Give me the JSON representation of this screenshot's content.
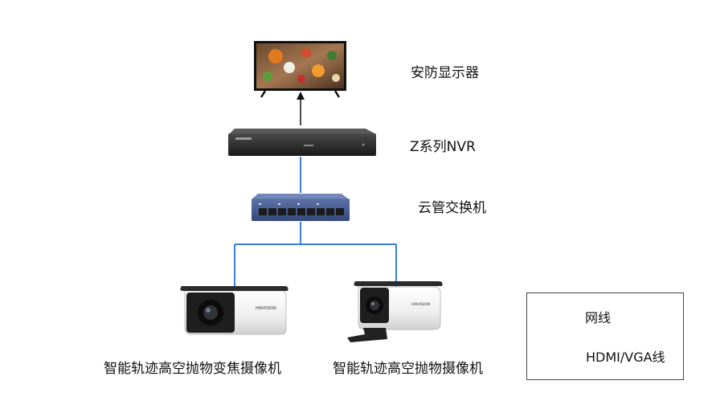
{
  "devices": {
    "monitor": {
      "label": "安防显示器"
    },
    "nvr": {
      "label": "Z系列NVR"
    },
    "switch": {
      "label": "云管交换机"
    },
    "camera_zoom": {
      "label": "智能轨迹高空抛物变焦摄像机",
      "brand": "HIKVISION"
    },
    "camera_fixed": {
      "label": "智能轨迹高空抛物摄像机",
      "brand": "HIKVISION"
    }
  },
  "legend": {
    "network": {
      "label": "网线",
      "color": "#3b7fdc"
    },
    "video": {
      "label": "HDMI/VGA线",
      "color": "#111111"
    }
  }
}
